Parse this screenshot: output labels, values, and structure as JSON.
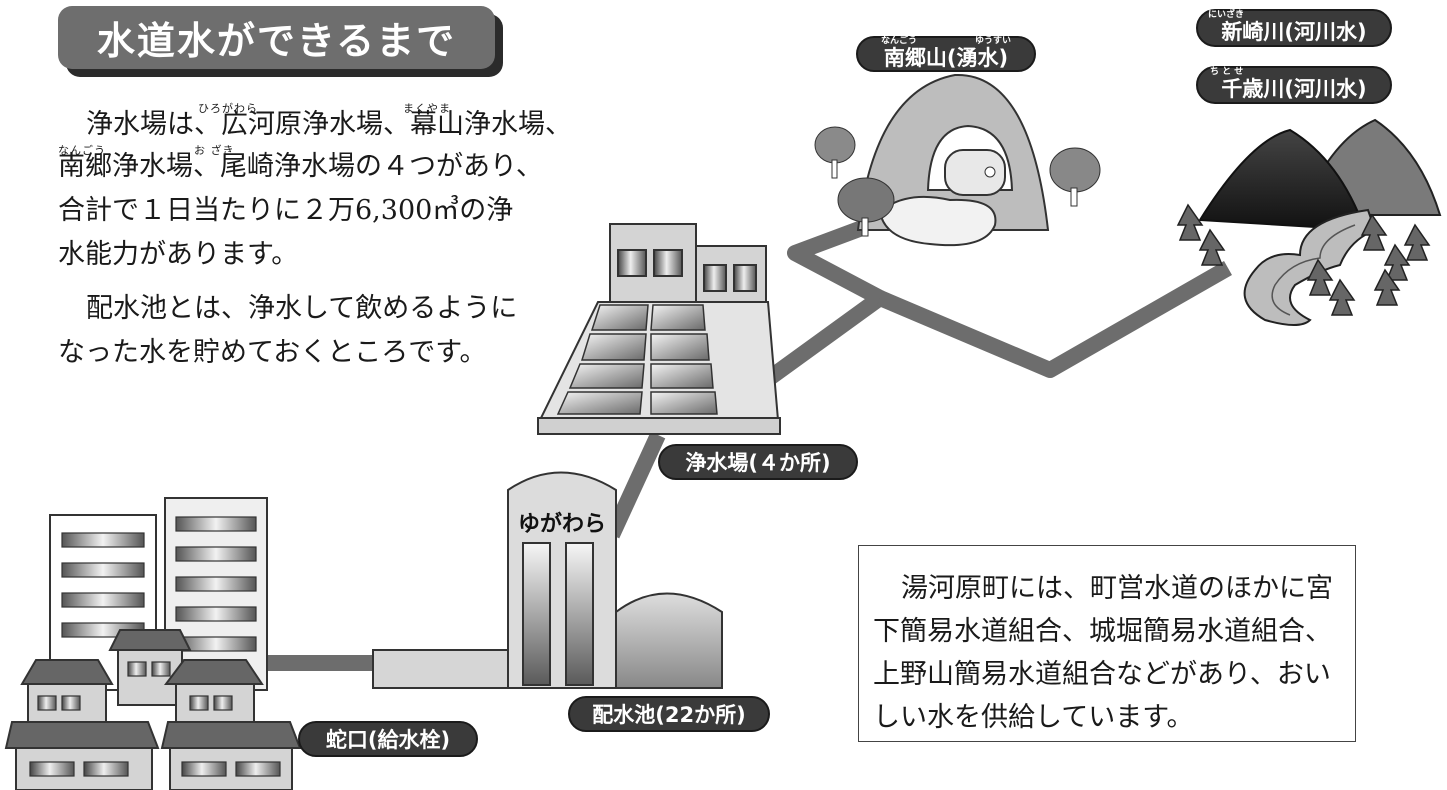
{
  "title": "水道水ができるまで",
  "intro": {
    "lines": [
      "浄水場は、広河原浄水場、幕山浄水場、",
      "南郷浄水場、尾崎浄水場の４つがあり、",
      "合計で１日当たりに２万6,300㎥の浄",
      "水能力があります。",
      "配水池とは、浄水して飲めるように",
      "なった水を貯めておくところです。"
    ],
    "furigana": [
      "ひろがわら",
      "まくやま",
      "なんごう",
      "お ざき"
    ]
  },
  "note": {
    "lines": [
      "湯河原町には、町営水道のほかに宮",
      "下簡易水道組合、城堀簡易水道組合、",
      "上野山簡易水道組合などがあり、おい",
      "しい水を供給しています。"
    ]
  },
  "labels": {
    "nango": {
      "text": "南郷山(湧水)",
      "furi1": "なんごう",
      "furi2": "ゆうすい"
    },
    "niizaki": {
      "text": "新崎川(河川水)",
      "furi": "にいざき"
    },
    "chitose": {
      "text": "千歳川(河川水)",
      "furi": "ち と せ"
    },
    "purification": "浄水場(４か所)",
    "reservoir": "配水池(22か所)",
    "tap": "蛇口(給水栓)",
    "tower": "ゆがわら"
  },
  "colors": {
    "pipe": "#6d6d6d",
    "dark": "#3a3a3a",
    "building": "#d4d4d4"
  }
}
